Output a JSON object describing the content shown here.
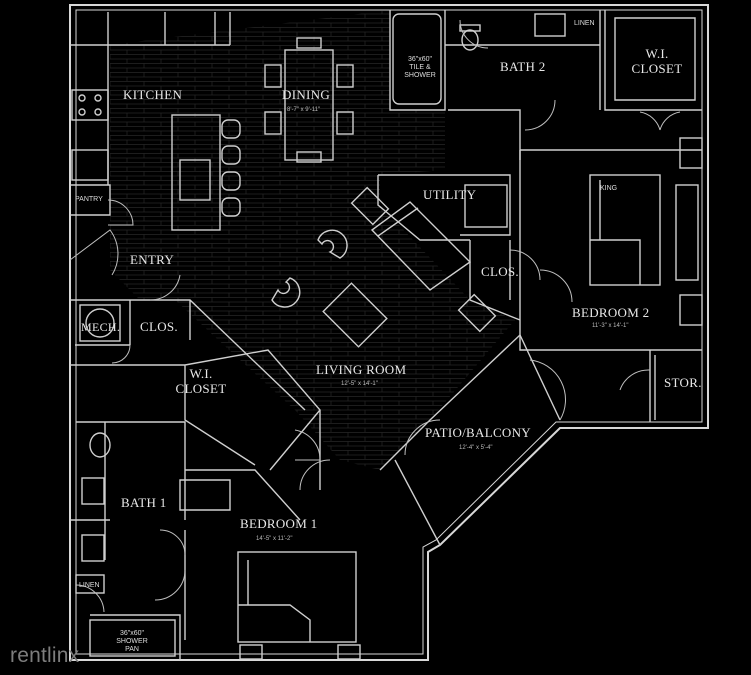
{
  "rooms": {
    "kitchen": "KITCHEN",
    "dining": "DINING",
    "dining_dim": "8'-7\" x 9'-11\"",
    "bath2": "BATH 2",
    "wi_closet_top": "W.I. CLOSET",
    "linen_top": "LINEN",
    "pantry": "PANTRY",
    "utility": "UTILITY",
    "entry": "ENTRY",
    "clos_right": "CLOS.",
    "bedroom2": "BEDROOM 2",
    "bedroom2_dim": "11'-3\" x 14'-1\"",
    "king": "KING",
    "mech": "MECH.",
    "clos_left": "CLOS.",
    "wi_closet_left": "W.I. CLOSET",
    "living_room": "LIVING ROOM",
    "living_room_dim": "12'-5\" x 14'-1\"",
    "stor": "STOR.",
    "patio": "PATIO/BALCONY",
    "patio_dim": "12'-4\" x 5'-4\"",
    "bath1": "BATH 1",
    "bedroom1": "BEDROOM 1",
    "bedroom1_dim": "14'-5\" x 11'-2\"",
    "linen_bottom": "LINEN",
    "tub_top": "36\"x60\" TILE & SHOWER",
    "shower_bottom": "36\"x60\" SHOWER PAN"
  },
  "watermark": "rentlinx"
}
